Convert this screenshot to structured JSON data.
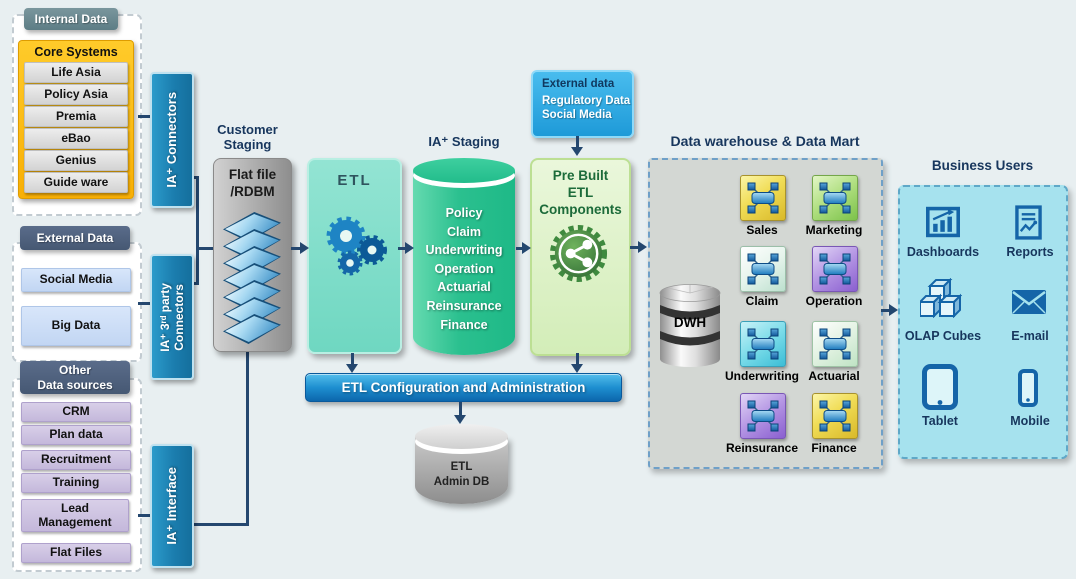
{
  "palette": {
    "background": "#E8EFF1",
    "navy_text": "#17365D",
    "connector_line": "#24476F",
    "internal_header_bg": "#67868E",
    "group_header_bg": "#4D5F7D",
    "core_systems_bg": "#F8B005",
    "ia_rail_bg": "#1C7FB0",
    "etl_box_bg": "#7EDCC9",
    "staging_cylinder_green": "#25BF8D",
    "external_feed_bg": "#2FA9E1",
    "prebuilt_bg": "#DFF2C4",
    "prebuilt_text": "#1C6B3A",
    "config_bar_bg": "#1787C6",
    "warehouse_panel_bg": "#D3D7D3",
    "business_panel_bg": "#A6E2EE",
    "icon_blue": "#1565A8",
    "mart_yellow": "#EFD23F",
    "mart_green": "#9ED86B",
    "mart_pale_teal": "#D8EFE3",
    "mart_purple": "#9F7DD8",
    "mart_cyan": "#55CFE2",
    "mart_pale_green": "#D9EEDC"
  },
  "sources": {
    "internal": {
      "header": "Internal Data",
      "core_header": "Core Systems",
      "items": [
        "Life Asia",
        "Policy Asia",
        "Premia",
        "eBao",
        "Genius",
        "Guide ware"
      ]
    },
    "external": {
      "header": "External Data",
      "items": [
        "Social Media",
        "Big Data"
      ]
    },
    "other": {
      "header_line1": "Other",
      "header_line2": "Data sources",
      "items": [
        "CRM",
        "Plan data",
        "Recruitment",
        "Training",
        "Lead Management",
        "Flat Files"
      ]
    }
  },
  "connectors": {
    "ia_connectors": "IA⁺ Connectors",
    "ia_3rd_party_line1": "IA⁺ 3ʳᵈ party",
    "ia_3rd_party_line2": "Connectors",
    "ia_interface": "IA⁺ Interface"
  },
  "customer_staging": {
    "title_line1": "Customer",
    "title_line2": "Staging",
    "label_line1": "Flat file",
    "label_line2": "/RDBM"
  },
  "etl": {
    "label": "ETL"
  },
  "ia_staging": {
    "title": "IA⁺ Staging",
    "items": [
      "Policy",
      "Claim",
      "Underwriting",
      "Operation",
      "Actuarial",
      "Reinsurance",
      "Finance"
    ]
  },
  "external_feed": {
    "header": "External data",
    "items": [
      "Regulatory Data",
      "Social Media"
    ]
  },
  "prebuilt": {
    "line1": "Pre Built",
    "line2": "ETL",
    "line3": "Components"
  },
  "etl_config": {
    "label": "ETL Configuration and Administration"
  },
  "admin_db": {
    "line1": "ETL",
    "line2": "Admin DB"
  },
  "warehouse": {
    "title": "Data warehouse & Data Mart",
    "dwh_label": "DWH",
    "marts": [
      {
        "label": "Sales",
        "color": "yellow"
      },
      {
        "label": "Marketing",
        "color": "green"
      },
      {
        "label": "Claim",
        "color": "pale-teal"
      },
      {
        "label": "Operation",
        "color": "purple"
      },
      {
        "label": "Underwriting",
        "color": "cyan"
      },
      {
        "label": "Actuarial",
        "color": "pale-green"
      },
      {
        "label": "Reinsurance",
        "color": "purple"
      },
      {
        "label": "Finance",
        "color": "yellow"
      }
    ]
  },
  "business": {
    "title": "Business Users",
    "items": [
      {
        "label": "Dashboards",
        "icon": "dashboard-icon"
      },
      {
        "label": "Reports",
        "icon": "report-icon"
      },
      {
        "label": "OLAP Cubes",
        "icon": "olap-cubes-icon"
      },
      {
        "label": "E-mail",
        "icon": "email-icon"
      },
      {
        "label": "Tablet",
        "icon": "tablet-icon"
      },
      {
        "label": "Mobile",
        "icon": "mobile-icon"
      }
    ]
  }
}
